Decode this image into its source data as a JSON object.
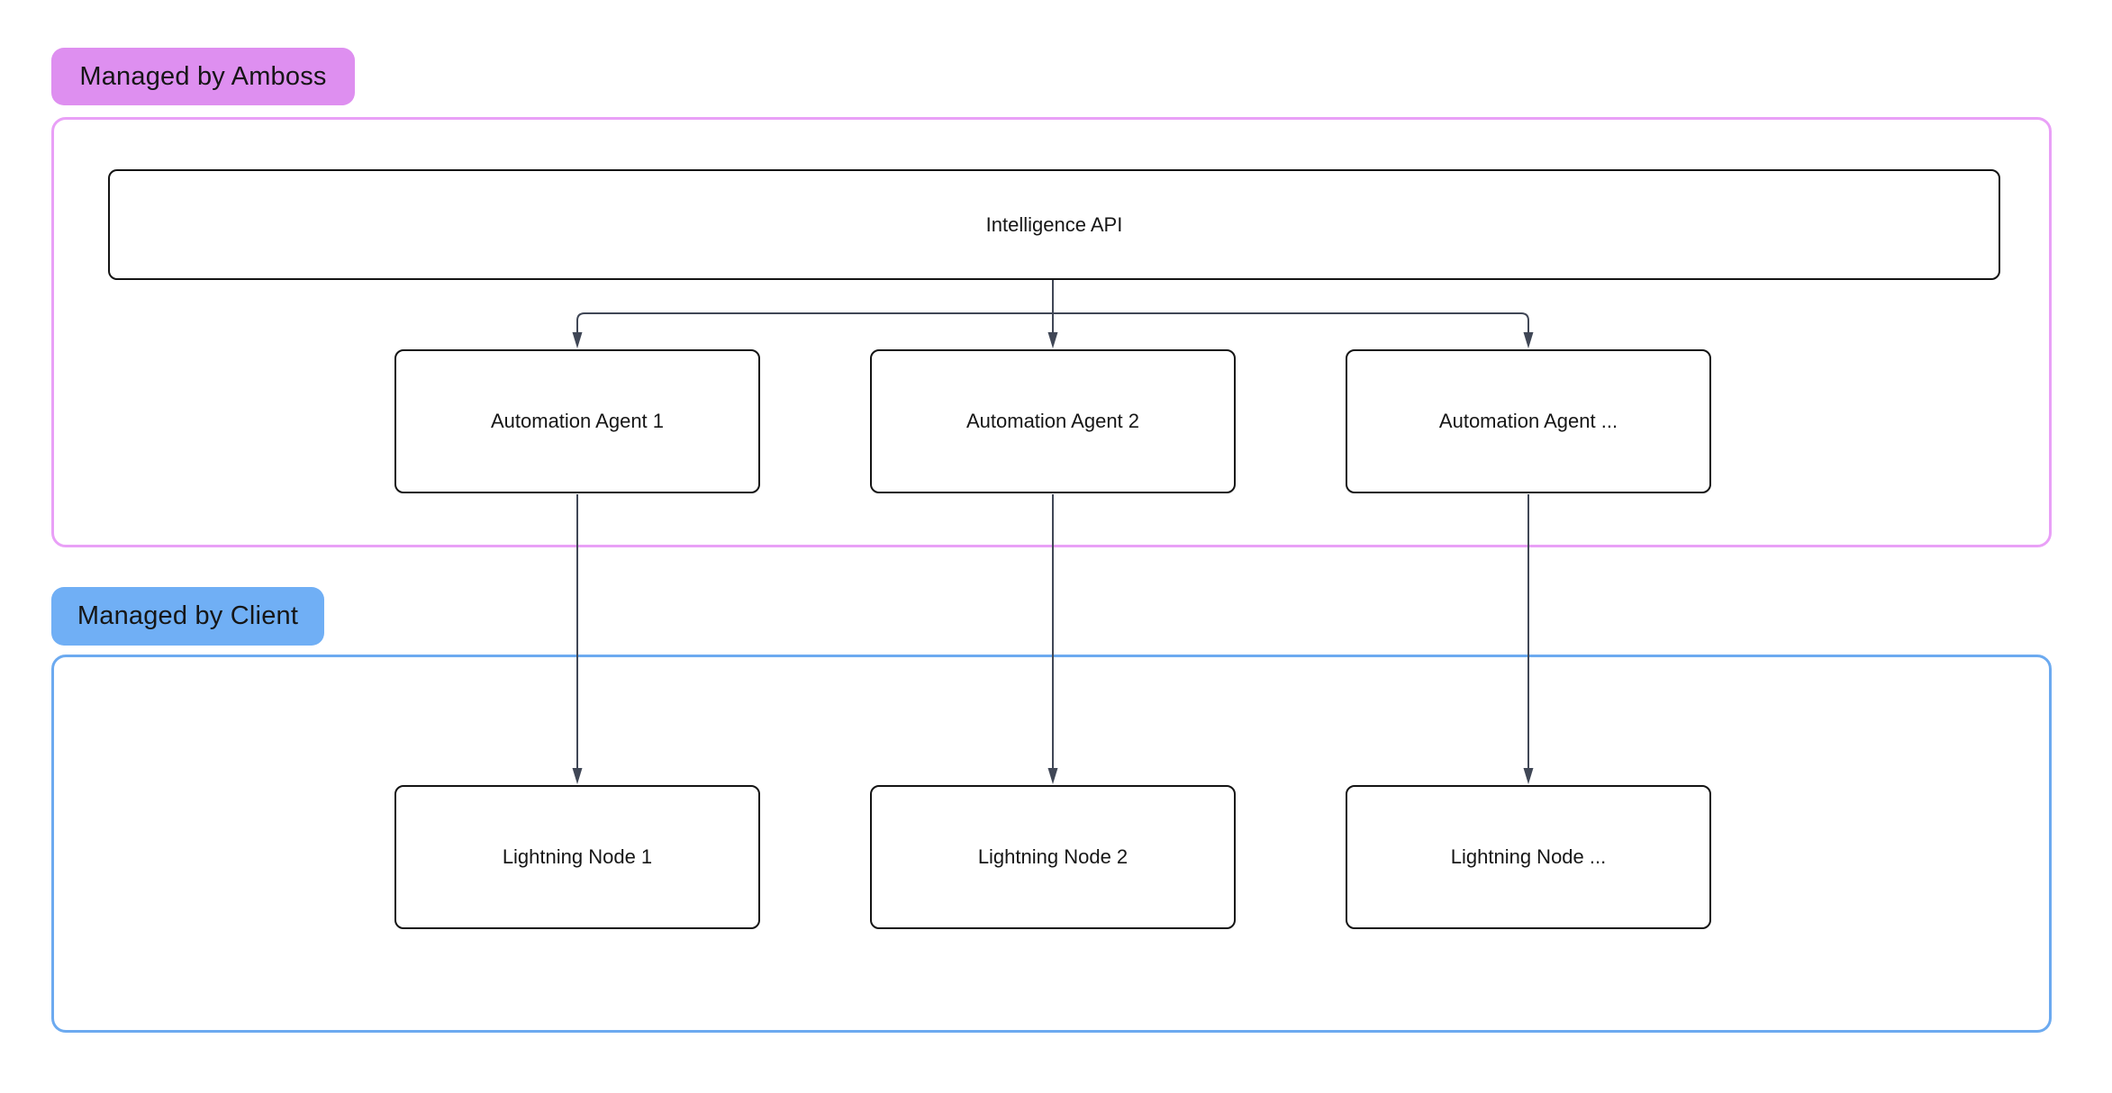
{
  "diagram": {
    "type": "flowchart",
    "sections": [
      {
        "id": "amboss",
        "label": "Managed by Amboss",
        "label_bg": "#de8ff0",
        "border_color": "#e9a0f7"
      },
      {
        "id": "client",
        "label": "Managed by Client",
        "label_bg": "#70aff5",
        "border_color": "#6caaf0"
      }
    ],
    "nodes": {
      "api": {
        "label": "Intelligence API",
        "section": "Managed by Amboss"
      },
      "agents": [
        {
          "label": "Automation Agent 1",
          "section": "Managed by Amboss"
        },
        {
          "label": "Automation Agent 2",
          "section": "Managed by Amboss"
        },
        {
          "label": "Automation Agent ...",
          "section": "Managed by Amboss"
        }
      ],
      "lightning_nodes": [
        {
          "label": "Lightning Node 1",
          "section": "Managed by Client"
        },
        {
          "label": "Lightning Node 2",
          "section": "Managed by Client"
        },
        {
          "label": "Lightning Node ...",
          "section": "Managed by Client"
        }
      ]
    },
    "edges": [
      {
        "from": "Intelligence API",
        "to": "Automation Agent 1"
      },
      {
        "from": "Intelligence API",
        "to": "Automation Agent 2"
      },
      {
        "from": "Intelligence API",
        "to": "Automation Agent ..."
      },
      {
        "from": "Automation Agent 1",
        "to": "Lightning Node 1"
      },
      {
        "from": "Automation Agent 2",
        "to": "Lightning Node 2"
      },
      {
        "from": "Automation Agent ...",
        "to": "Lightning Node ..."
      }
    ],
    "colors": {
      "amboss_label_bg": "#de8ff0",
      "amboss_border": "#e9a0f7",
      "client_label_bg": "#70aff5",
      "client_border": "#6caaf0",
      "node_border": "#141414",
      "node_bg": "#ffffff",
      "arrow": "#404756",
      "text": "#161616",
      "page_bg": "#ffffff"
    }
  }
}
